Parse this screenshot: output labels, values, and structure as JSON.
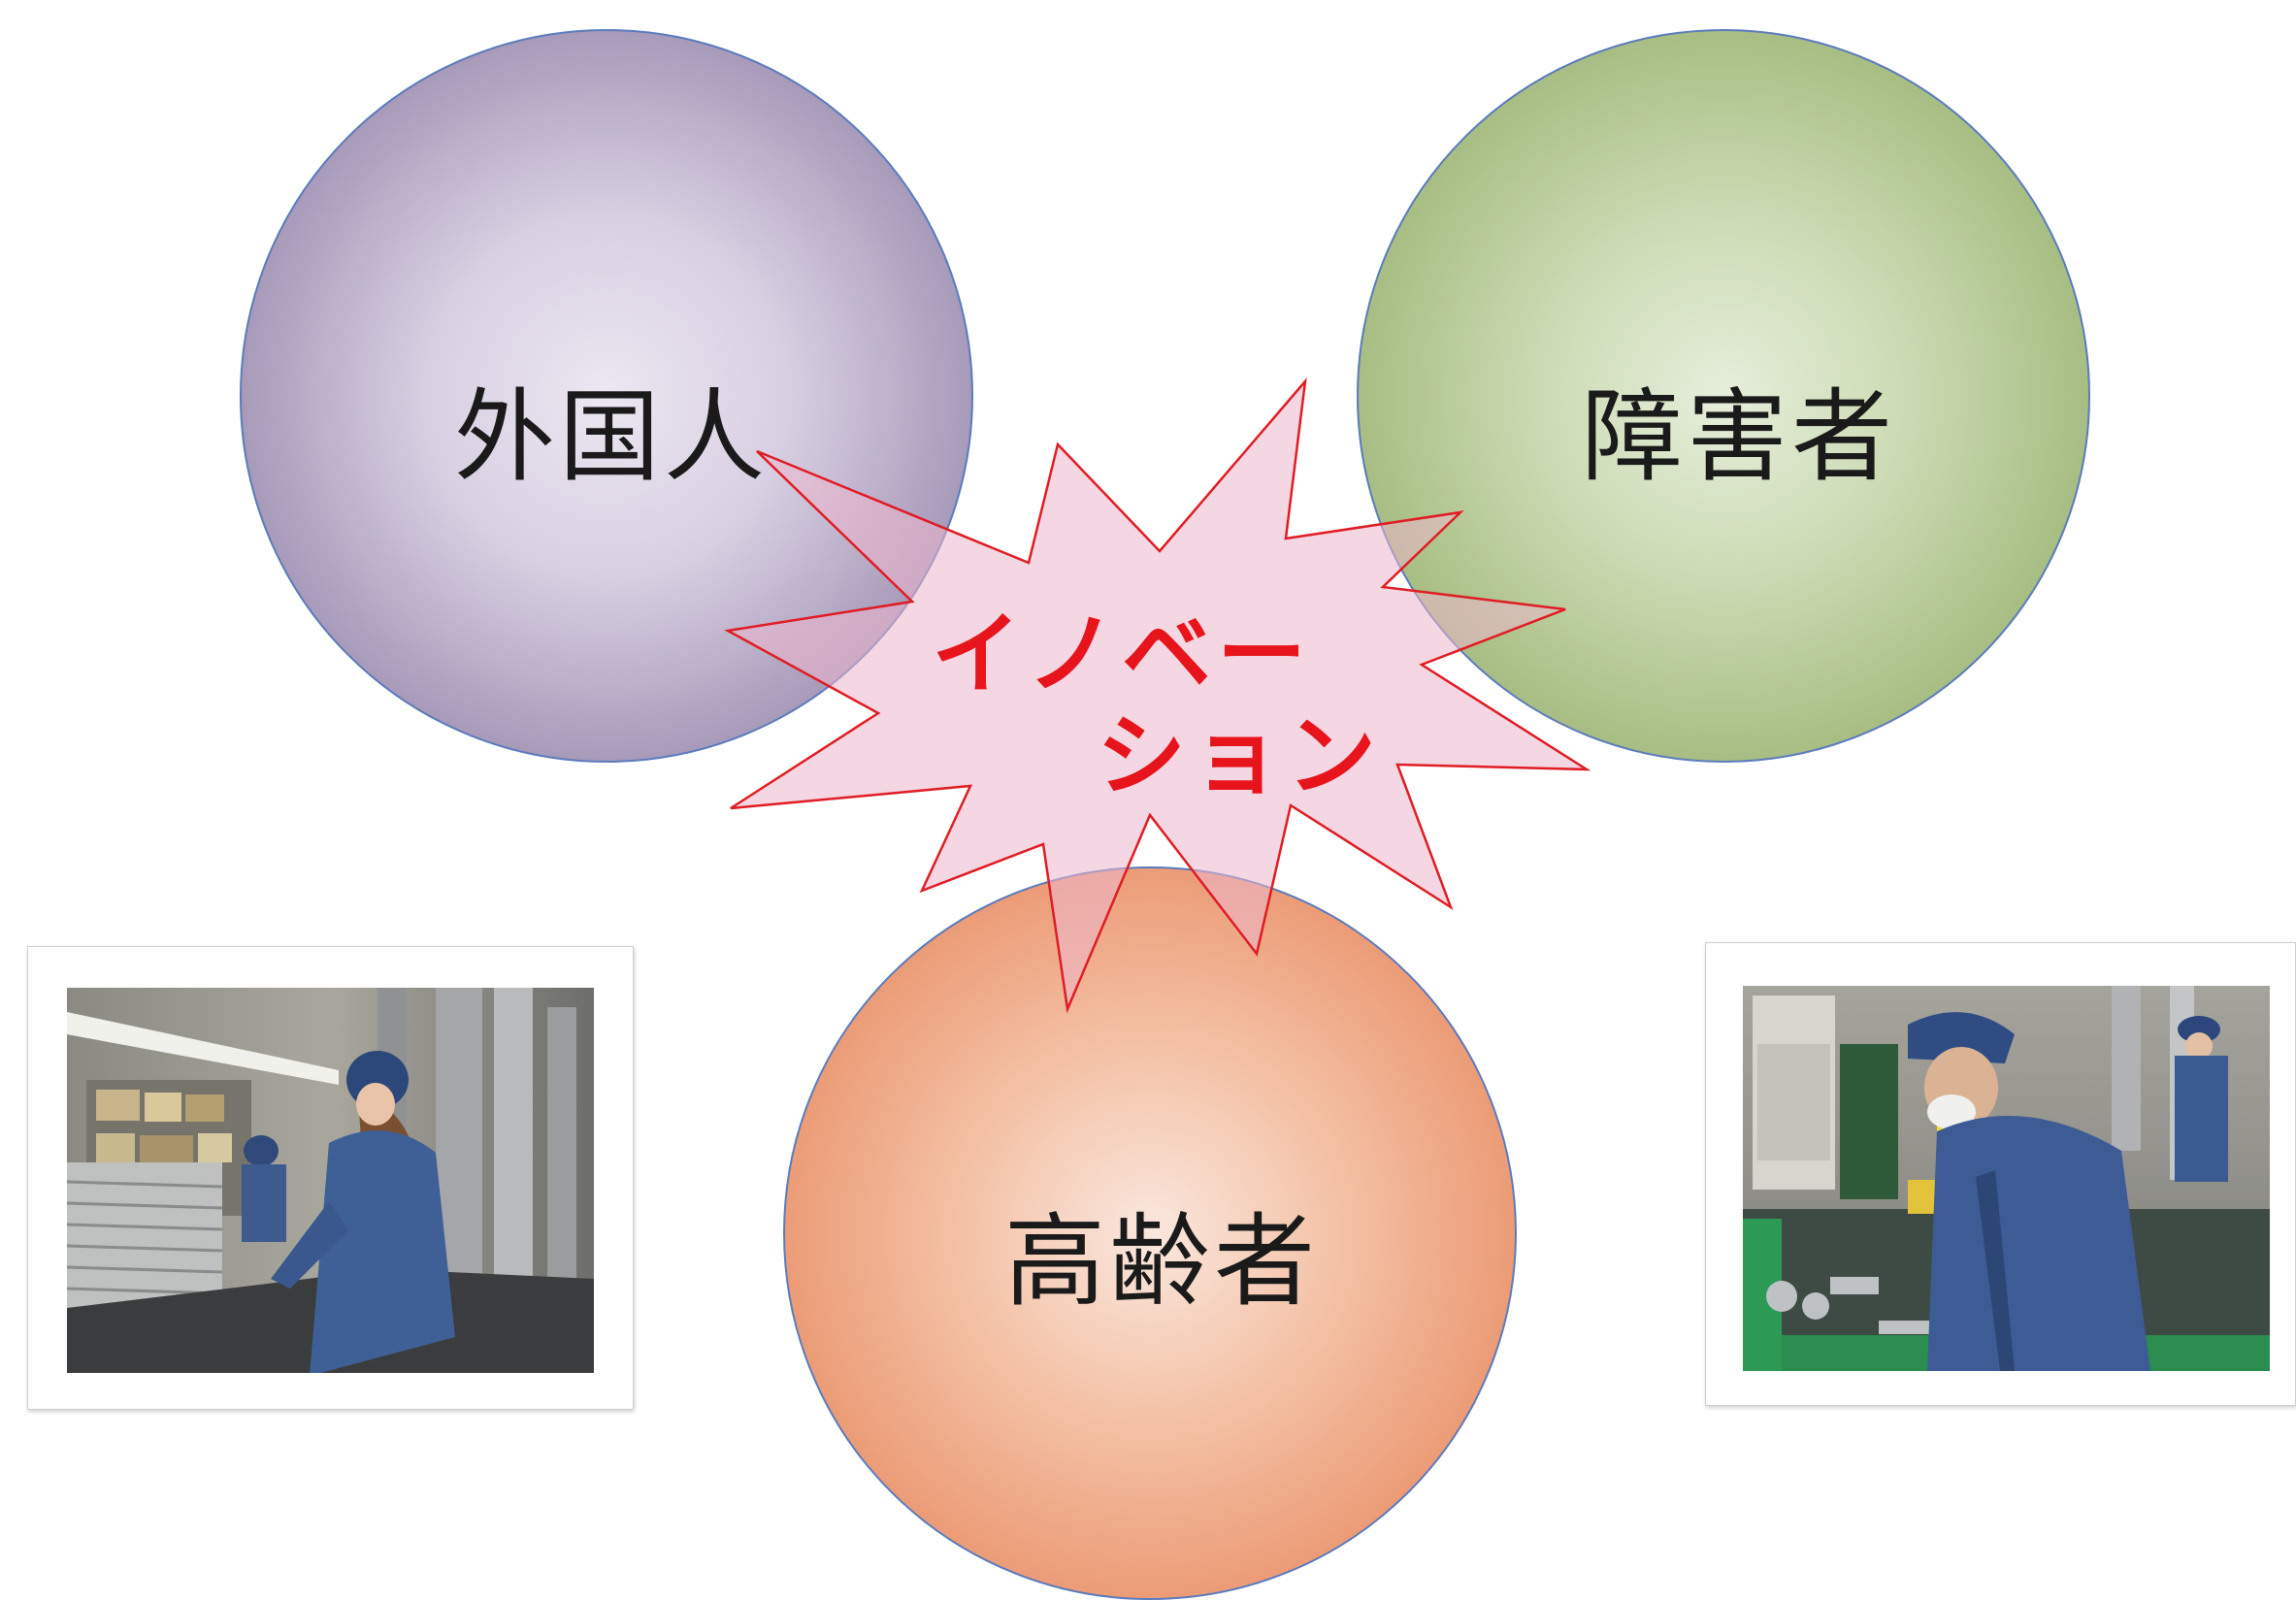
{
  "circles": {
    "foreign": {
      "label": "外国人",
      "color": "#8a78a0"
    },
    "disabled": {
      "label": "障害者",
      "color": "#93ae6a"
    },
    "elderly": {
      "label": "高齢者",
      "color": "#e78a62"
    }
  },
  "burst": {
    "line1": "イノベー",
    "line2": "ション",
    "text_color": "#e8141c",
    "outline_color": "#e01c24",
    "fill_color": "#f3d6e2"
  }
}
